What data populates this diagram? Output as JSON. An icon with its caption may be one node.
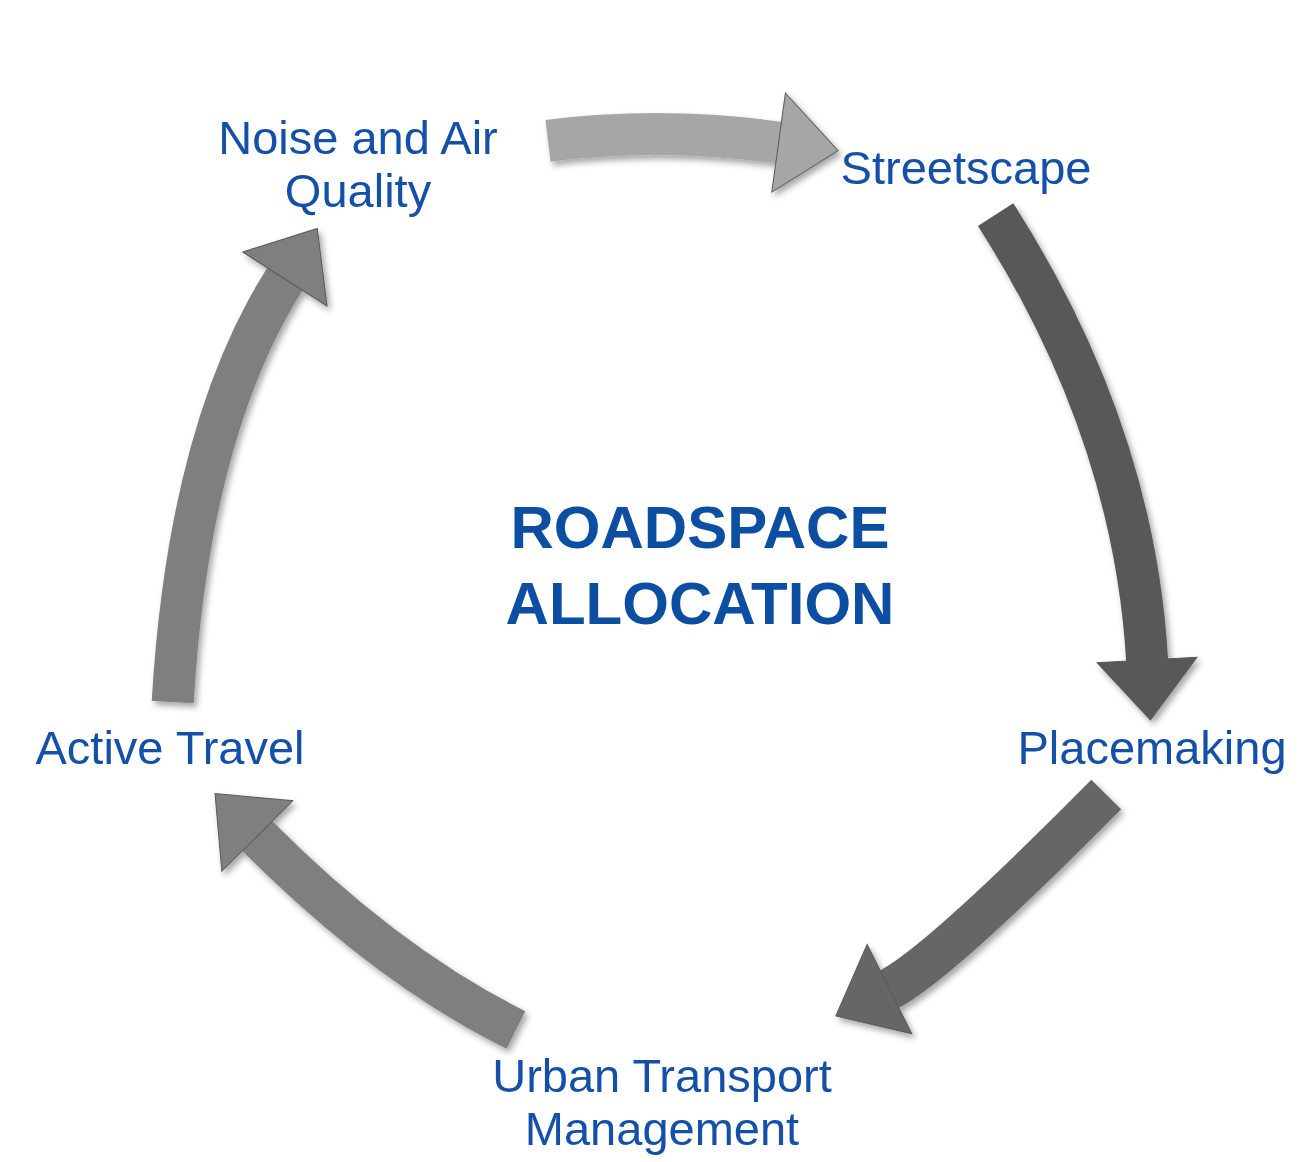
{
  "diagram": {
    "title": "ROADSPACE ALLOCATION",
    "nodes": [
      {
        "text": [
          "Noise and Air Quality"
        ]
      },
      {
        "text": [
          "Streetscape"
        ]
      },
      {
        "text": [
          "Placemaking"
        ]
      },
      {
        "text": [
          "Urban Transport Management"
        ]
      },
      {
        "text": [
          "Active Travel"
        ]
      }
    ],
    "edges": [
      {
        "from": 0,
        "to": 1,
        "arrow": "to",
        "color": "#a6a6a6"
      },
      {
        "from": 1,
        "to": 2,
        "arrow": "to",
        "color": "#595959"
      },
      {
        "from": 2,
        "to": 3,
        "arrow": "to",
        "color": "#666666"
      },
      {
        "from": 3,
        "to": 4,
        "arrow": "to"
      },
      {
        "from": 4,
        "to": 0,
        "arrow": "to"
      }
    ]
  }
}
